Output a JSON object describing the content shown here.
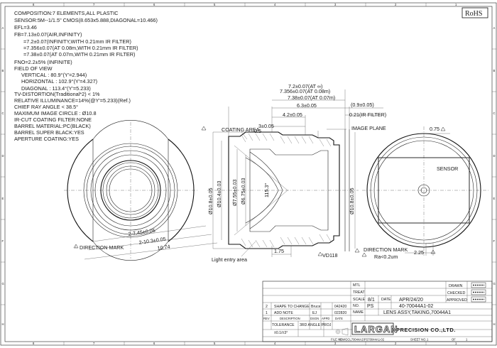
{
  "border": {
    "columns_top": [
      "8",
      "7",
      "6",
      "5",
      "4",
      "3",
      "2",
      "1"
    ],
    "columns_bottom": [
      "8",
      "7",
      "6",
      "5",
      "4",
      "3",
      "2",
      "1"
    ],
    "rows_left": [
      "A",
      "B",
      "C",
      "D",
      "E",
      "F",
      "G",
      "H"
    ],
    "rows_right": [
      "A",
      "B",
      "C",
      "D",
      "E",
      "F",
      "G",
      "H"
    ]
  },
  "rohs": "RoHS",
  "specs": [
    "COMPOSITION:7  ELEMENTS,ALL  PLASTIC",
    "SENSOR:5M--1/1.5\" CMOS(8.653x5.888,DIAGONAL=10.466)",
    "EFL=3.46",
    "FB=7.13±0.07(AIR,INFINITY)",
    "=7.2±0.07(INFINITY,WITH  0.21mm  IR  FILTER)",
    "=7.356±0.07(AT  0.08m,WITH  0.21mm  IR  FILTER)",
    "=7.38±0.07(AT  0.07m,WITH  0.21mm  IR  FILTER)",
    "FNO=2.2±5%  (INFINITE)",
    "FIELD  OF  VIEW",
    "VERTICAL : 80.9°(Y'=2.944)",
    "HORIZONTAL : 102.9°(Y'=4.327)",
    "DIAGONAL : 113.4°(Y'=5.233)",
    "TV-DISTORTION(Traditional*2)  <  1%",
    "RELATIVE  ILLUMINANCE=14%(@Y'=5.233)(Ref.)",
    "CHIEF  RAY  ANGLE  <  38.5°",
    "MAXIMUM  IMAGE  CIRCLE : Ø10.8",
    "IR-CUT  COATING  FILTER:NONE",
    "BARREL  MATERIAL:PC(BLACK)",
    "BARREL  SUPER  BLACK:YES",
    "APERTURE  COATING:YES"
  ],
  "front_view": {
    "dims": [
      "2-7.45±0.05",
      "2-10.3±0.05",
      "10.74"
    ],
    "note": "DIRECTION  MARK"
  },
  "section_view": {
    "top_dims": [
      "7.2±0.07(AT ∞)",
      "7.356±0.07(AT 0.08m)",
      "7.38±0.07(AT 0.07m)",
      "6.3±0.05",
      "4.2±0.05",
      "3±0.05",
      "0.5",
      "(0.9±0.05)",
      "0.21(IR FILTER)"
    ],
    "left_dims": [
      "Ø10.8±0.05",
      "Ø10.4±0.03",
      "Ø7.55±0.03",
      "Ø6.75±0.03"
    ],
    "angle": "115.3°",
    "right_dim": "Ø10.8±0.05",
    "labels": [
      "COATING  AREA",
      "IMAGE  PLANE",
      "Light  entry  area"
    ],
    "bottom_dims": [
      "1.75",
      "VD118"
    ]
  },
  "rear_view": {
    "sensor": "SENSOR",
    "dims": [
      "0.75",
      "2.25"
    ],
    "notes": [
      "DIRECTION  MARK",
      "Ra<0.2um"
    ]
  },
  "title_block": {
    "mtl_label": "MTL",
    "treat_label": "TREAT",
    "scale_label": "SCALE",
    "scale_value": "8/1",
    "date_label": "DATE",
    "date_value": "APR/24/20",
    "no_label": "NO.",
    "no_prefix": "PS",
    "no_value": "40-70044A1-02",
    "name_label": "NAME",
    "name_value": "LENS  ASSY,TAKING,70044A1",
    "roles": [
      "DRAWN",
      "CHECKED",
      "APPROVED"
    ],
    "revisions": [
      {
        "tag": "2",
        "text": "SHAPE TO CHANGE",
        "who": "Bruce",
        "date": "042420"
      },
      {
        "tag": "1",
        "text": "ADD NOTE",
        "who": "EJ",
        "date": "022820"
      }
    ],
    "rev_headers": [
      "REV",
      "DESCRIPTION",
      "DSGN",
      "APPD",
      "DATE"
    ],
    "tolerance_label": "TOLERANCE",
    "tolerance_value": "±0.1/±3°",
    "angle_label": "3RD ANGLE PROJ",
    "company": "LARGAN",
    "company_suffix": "PRECISION CO.,LTD.",
    "file_no_label": "FILE NO.",
    "file_no_value": "\\DWGCL70044A1\\PS70044A1-02",
    "sheet_label": "SHEET NO.",
    "sheet_value": "1",
    "of_label": "OF",
    "of_value": "1"
  }
}
